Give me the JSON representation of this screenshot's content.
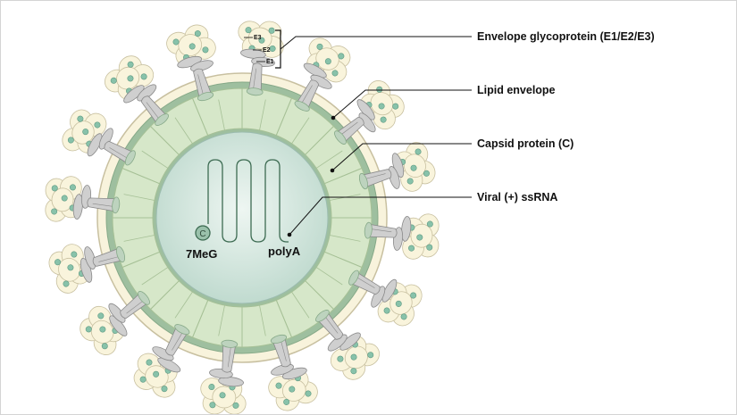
{
  "labels": {
    "glycoprotein": "Envelope glycoprotein (E1/E2/E3)",
    "envelope": "Lipid envelope",
    "capsid": "Capsid protein (C)",
    "rna": "Viral (+) ssRNA"
  },
  "inner": {
    "cap_symbol": "C",
    "cap_label": "7MeG",
    "polya_label": "polyA"
  },
  "spike_subunits": {
    "e3": "E3",
    "e2": "E2",
    "e1": "E1"
  },
  "colors": {
    "envelope_fill": "#f8f3dc",
    "envelope_stroke": "#c8c0a0",
    "membrane": "#9ebf9f",
    "capsid_fill": "#d6e7c9",
    "capsid_stroke": "#a6c096",
    "core_fill": "#d7e8e1",
    "rna_stroke": "#3d6b52",
    "spike_grey": "#cfcfcf",
    "spike_stroke": "#8a8a8a",
    "head_fill": "#f9f4dc",
    "dot_fill": "#88c2aa"
  }
}
